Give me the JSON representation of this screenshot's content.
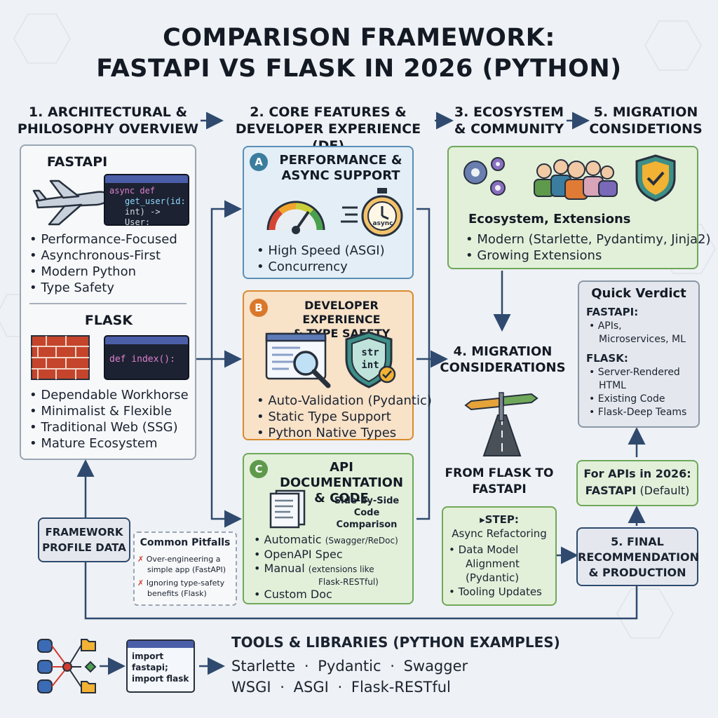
{
  "title": [
    "COMPARISON FRAMEWORK:",
    "FASTAPI VS FLASK IN 2026 (PYTHON)"
  ],
  "stages": {
    "s1": [
      "1. ARCHITECTURAL &",
      "PHILOSOPHY OVERVIEW"
    ],
    "s2": [
      "2. CORE FEATURES &",
      "DEVELOPER EXPERIENCE (DE)"
    ],
    "s3": [
      "3. ECOSYSTEM",
      "& COMMUNITY"
    ],
    "s5": [
      "5. MIGRATION",
      "CONSIDETIONS"
    ]
  },
  "overview": {
    "fastapi_title": "FASTAPI",
    "fastapi_code": [
      "async def",
      "get_user(id:",
      "int) -> User:"
    ],
    "fastapi_points": [
      "Performance-Focused",
      "Asynchronous-First",
      "Modern Python",
      "Type Safety"
    ],
    "flask_title": "FLASK",
    "flask_code": "def index():",
    "flask_points": [
      "Dependable Workhorse",
      "Minimalist & Flexible",
      "Traditional Web (SSG)",
      "Mature Ecosystem"
    ]
  },
  "card_a": {
    "badge": "A",
    "title": [
      "PERFORMANCE &",
      "ASYNC SUPPORT"
    ],
    "stopwatch_label": "async",
    "points": [
      "High Speed (ASGI)",
      "Concurrency"
    ]
  },
  "card_b": {
    "badge": "B",
    "title": [
      "DEVELOPER EXPERIENCE",
      "& TYPE SAFETY"
    ],
    "shield_text": [
      "str",
      "int"
    ],
    "points": [
      "Auto-Validation (Pydantic)",
      "Static Type Support",
      "Python Native Types"
    ]
  },
  "card_c": {
    "badge": "C",
    "title": [
      "API DOCUMENTATION",
      "& CODE"
    ],
    "side_label": [
      "Side-by-Side",
      "Code Comparison"
    ],
    "points": [
      "Automatic",
      "OpenAPI Spec",
      "Manual",
      "Custom Doc"
    ],
    "point_notes": [
      "(Swagger/ReDoc)",
      "(extensions like",
      "Flask-RESTful)"
    ]
  },
  "ecosystem": {
    "title": "Ecosystem, Extensions",
    "points": [
      "Modern (Starlette, Pydantimy, Jinja2)",
      "Growing Extensions"
    ]
  },
  "migration": {
    "title": [
      "4. MIGRATION",
      "CONSIDERATIONS"
    ],
    "route": [
      "FROM FLASK TO",
      "FASTAPI"
    ]
  },
  "steps": {
    "title": "STEP:",
    "lead": "Async Refactoring",
    "points": [
      "Data Model",
      "Alignment",
      "(Pydantic)",
      "Tooling Updates"
    ]
  },
  "verdict": {
    "title": "Quick Verdict",
    "fastapi_label": "FASTAPI:",
    "fastapi_points": [
      "APIs,",
      "Microservices, ML"
    ],
    "flask_label": "FLASK:",
    "flask_points": [
      "Server-Rendered",
      "HTML",
      "Existing Code",
      "Flask-Deep Teams"
    ]
  },
  "apis_2026": {
    "line1": "For APIs in 2026:",
    "line2a": "FASTAPI",
    "line2b": "(Default)"
  },
  "final": [
    "5. FINAL",
    "RECOMMENDATION",
    "& PRODUCTION"
  ],
  "profile": [
    "FRAMEWORK",
    "PROFILE DATA"
  ],
  "pitfalls": {
    "title": "Common Pitfalls",
    "items": [
      [
        "Over-engineering a",
        "simple app (FastAPI)"
      ],
      [
        "Ignoring type-safety",
        "benefits (Flask)"
      ]
    ]
  },
  "tools": {
    "code": [
      "import",
      "fastapi;",
      "import flask"
    ],
    "title": "TOOLS & LIBRARIES (PYTHON EXAMPLES)",
    "row1": [
      "Starlette",
      "Pydantic",
      "Swagger"
    ],
    "row2": [
      "WSGI",
      "ASGI",
      "Flask-RESTful"
    ],
    "sep": "·"
  },
  "colors": {
    "arrow": "#2f4a6e",
    "blue": "#5a8fb6",
    "orange": "#d98a2e",
    "green": "#6fa85a",
    "code_bg": "#1c2231"
  }
}
